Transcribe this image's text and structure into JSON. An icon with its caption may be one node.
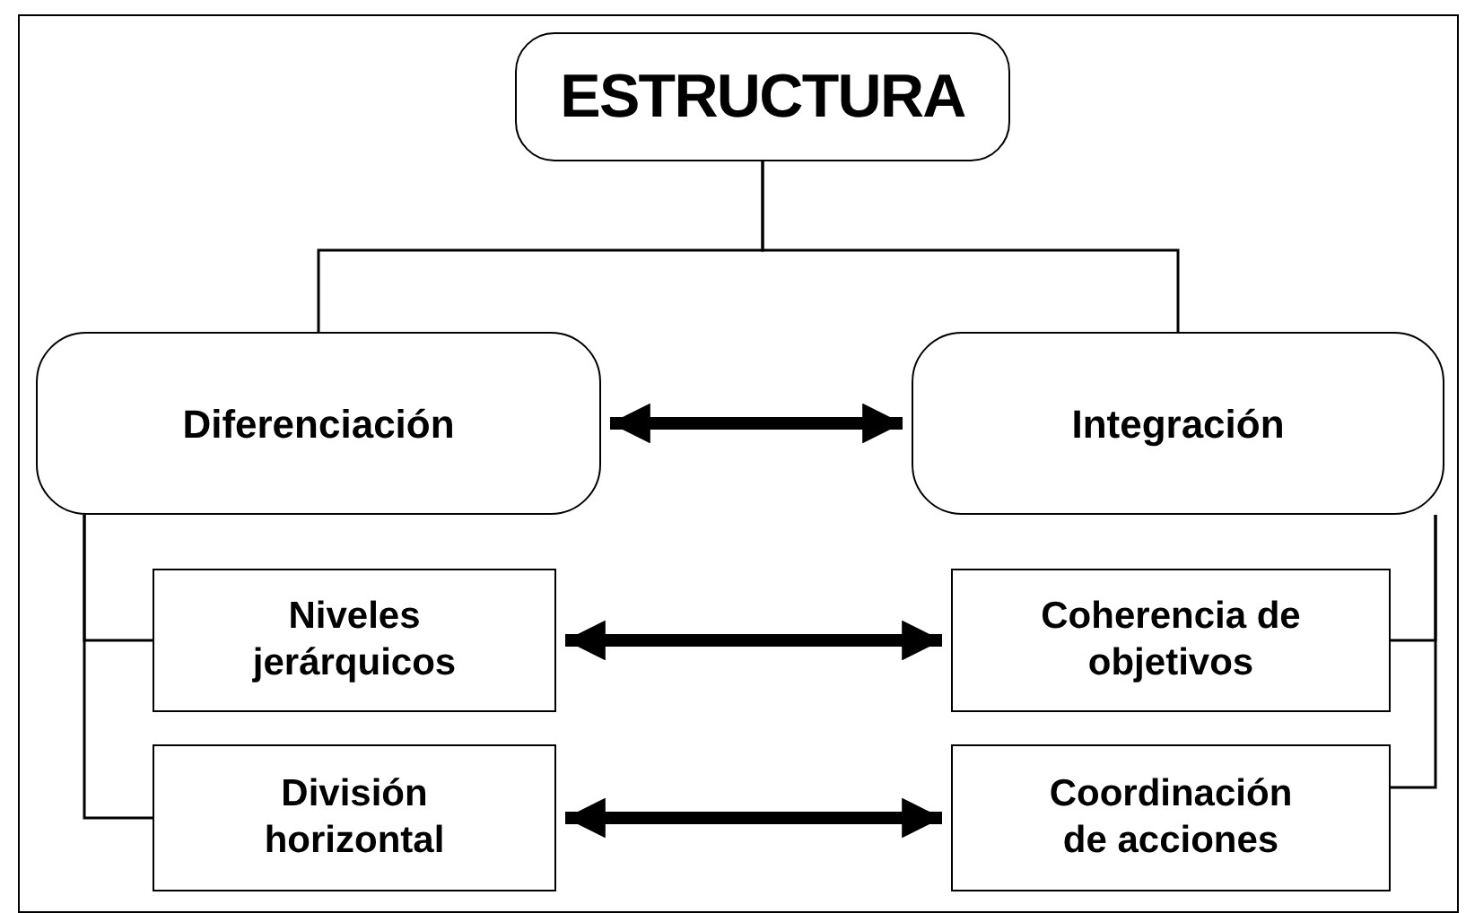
{
  "diagram": {
    "nodes": [
      {
        "text": [
          "ESTRUCTURA"
        ]
      },
      {
        "text": [
          "Diferenciación"
        ]
      },
      {
        "text": [
          "Integración"
        ]
      },
      {
        "text": [
          "Niveles jerárquicos"
        ]
      },
      {
        "text": [
          "División horizontal"
        ]
      },
      {
        "text": [
          "Coherencia de objetivos"
        ]
      },
      {
        "text": [
          "Coordinación de acciones"
        ]
      }
    ],
    "edges": [
      {
        "from": 0,
        "to": 1,
        "arrow": "none"
      },
      {
        "from": 0,
        "to": 2,
        "arrow": "none"
      },
      {
        "from": 1,
        "to": 2,
        "arrow": "both",
        "style": "thick"
      },
      {
        "from": 1,
        "to": 3,
        "arrow": "none"
      },
      {
        "from": 1,
        "to": 4,
        "arrow": "none"
      },
      {
        "from": 2,
        "to": 5,
        "arrow": "none"
      },
      {
        "from": 2,
        "to": 6,
        "arrow": "none"
      },
      {
        "from": 3,
        "to": 5,
        "arrow": "both",
        "style": "thick"
      },
      {
        "from": 4,
        "to": 6,
        "arrow": "both",
        "style": "thick"
      }
    ]
  }
}
